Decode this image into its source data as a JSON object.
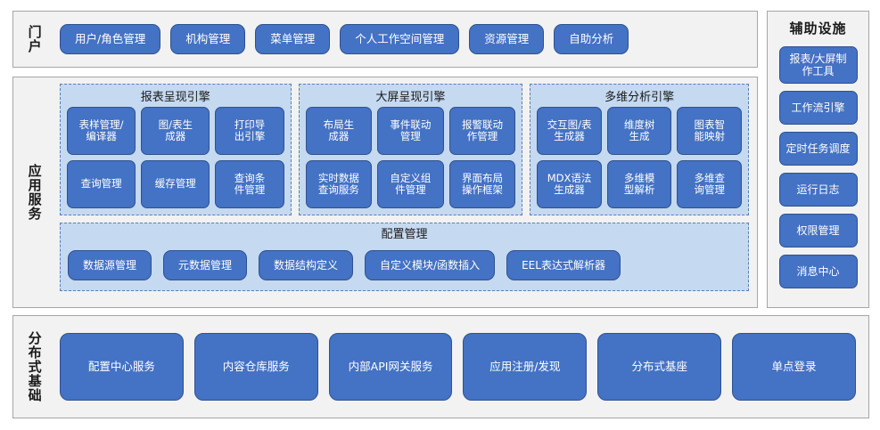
{
  "colors": {
    "button_fill": "#4472c4",
    "button_border": "#2f528f",
    "panel_fill": "#f2f2f2",
    "panel_border": "#a6a6a6",
    "group_fill": "#c5d9f1",
    "group_border": "#5a7fb5",
    "page_background": "#ffffff",
    "text_on_button": "#ffffff",
    "text_dark": "#1a1a1a"
  },
  "portal": {
    "label": "门户",
    "buttons": [
      {
        "label": "用户/角色管理"
      },
      {
        "label": "机构管理"
      },
      {
        "label": "菜单管理"
      },
      {
        "label": "个人工作空间管理"
      },
      {
        "label": "资源管理"
      },
      {
        "label": "自助分析"
      }
    ]
  },
  "aux": {
    "title": "辅助设施",
    "items": [
      {
        "label": "报表/大屏制\n作工具"
      },
      {
        "label": "工作流引擎"
      },
      {
        "label": "定时任务调度"
      },
      {
        "label": "运行日志"
      },
      {
        "label": "权限管理"
      },
      {
        "label": "消息中心"
      }
    ]
  },
  "app_services": {
    "label": "应用服务",
    "engines": [
      {
        "title": "报表呈现引擎",
        "items": [
          {
            "label": "表样管理/\n编译器"
          },
          {
            "label": "图/表生\n成器"
          },
          {
            "label": "打印导\n出引擎"
          },
          {
            "label": "查询管理"
          },
          {
            "label": "缓存管理"
          },
          {
            "label": "查询条\n件管理"
          }
        ]
      },
      {
        "title": "大屏呈现引擎",
        "items": [
          {
            "label": "布局生\n成器"
          },
          {
            "label": "事件联动\n管理"
          },
          {
            "label": "报警联动\n作管理"
          },
          {
            "label": "实时数据\n查询服务"
          },
          {
            "label": "自定义组\n件管理"
          },
          {
            "label": "界面布局\n操作框架"
          }
        ]
      },
      {
        "title": "多维分析引擎",
        "items": [
          {
            "label": "交互图/表\n生成器"
          },
          {
            "label": "维度树\n生成"
          },
          {
            "label": "图表智\n能映射"
          },
          {
            "label": "MDX语法\n生成器"
          },
          {
            "label": "多维模\n型解析"
          },
          {
            "label": "多维查\n询管理"
          }
        ]
      }
    ],
    "config": {
      "title": "配置管理",
      "items": [
        {
          "label": "数据源管理"
        },
        {
          "label": "元数据管理"
        },
        {
          "label": "数据结构定义"
        },
        {
          "label": "自定义模块/函数插入"
        },
        {
          "label": "EEL表达式解析器"
        }
      ]
    }
  },
  "distributed": {
    "label": "分布式基础",
    "items": [
      {
        "label": "配置中心服务"
      },
      {
        "label": "内容仓库服务"
      },
      {
        "label": "内部API网关服务"
      },
      {
        "label": "应用注册/发现"
      },
      {
        "label": "分布式基座"
      },
      {
        "label": "单点登录"
      }
    ]
  }
}
